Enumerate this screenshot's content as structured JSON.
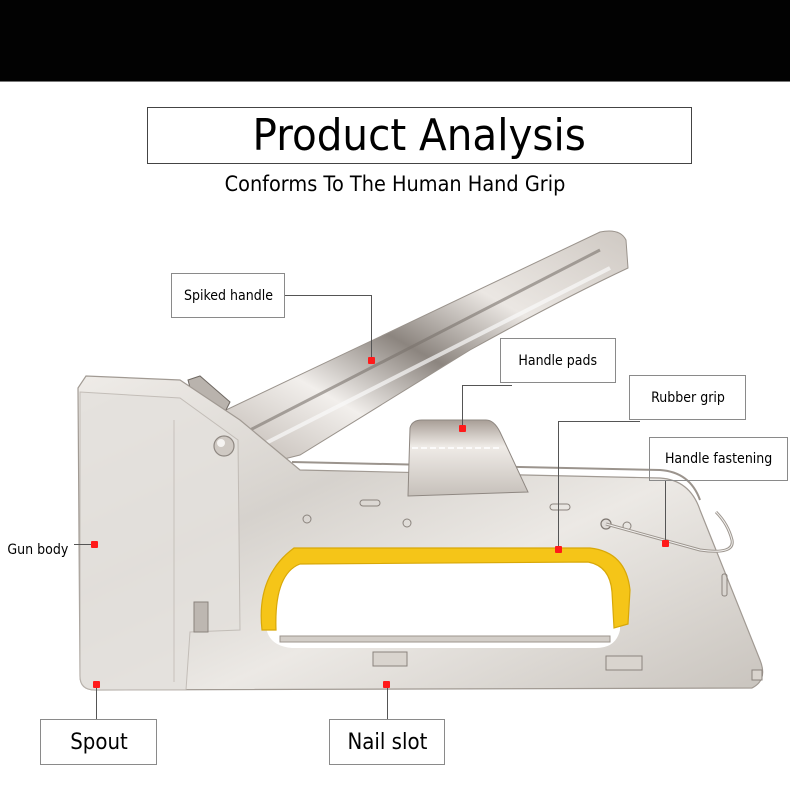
{
  "header": {
    "title": "Product Analysis",
    "subtitle": "Conforms To The Human Hand Grip"
  },
  "colors": {
    "top_band": "#020202",
    "marker": "#ff1a1a",
    "rubber_grip": "#f5c518",
    "steel": "#d9d6d2"
  },
  "labels": [
    {
      "id": "spiked-handle",
      "text": "Spiked handle"
    },
    {
      "id": "handle-pads",
      "text": "Handle pads"
    },
    {
      "id": "rubber-grip",
      "text": "Rubber grip"
    },
    {
      "id": "handle-fastening",
      "text": "Handle fastening"
    },
    {
      "id": "gun-body",
      "text": "Gun body"
    },
    {
      "id": "spout",
      "text": "Spout"
    },
    {
      "id": "nail-slot",
      "text": "Nail slot"
    }
  ]
}
